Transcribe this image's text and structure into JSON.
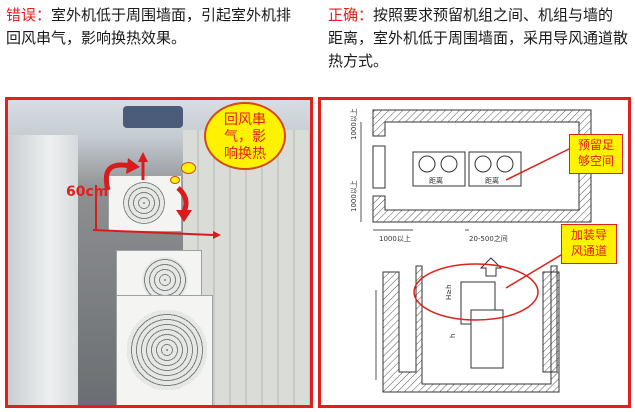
{
  "left_caption": {
    "tag": "错误：",
    "text": "室外机低于周围墙面，引起室外机排回风串气，影响换热效果。"
  },
  "right_caption": {
    "tag": "正确：",
    "text": "按照要求预留机组之间、机组与墙的距离，室外机低于周围墙面，采用导风通道散热方式。"
  },
  "photo": {
    "bubble_lines": [
      "回风串",
      "气，影",
      "响换热"
    ],
    "dimension_label": "60cm"
  },
  "diagram": {
    "plan_labels": {
      "v_top": "1000以上",
      "v_bottom": "1000以上",
      "h_left": "1000以上",
      "h_right": "20-500之间",
      "unit_left": "距离",
      "unit_right": "距离"
    },
    "section_labels": {
      "h_top": "H≥h",
      "h_bottom": "h"
    },
    "callout_top": [
      "预留足",
      "够空间"
    ],
    "callout_bottom": [
      "加装导",
      "风通道"
    ]
  },
  "colors": {
    "accent_red": "#e01f1f",
    "highlight_yellow": "#fff200"
  }
}
